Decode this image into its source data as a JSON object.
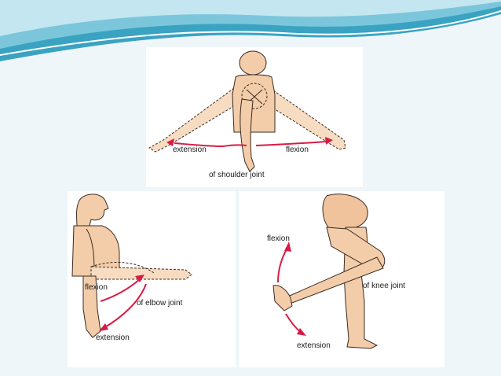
{
  "colors": {
    "skin": "#f3cda9",
    "skin_shadow": "#e2a985",
    "outline": "#3a2a22",
    "arrow": "#d81b46",
    "banner_dark": "#3aa3c2",
    "banner_light": "#9ad3e4"
  },
  "shoulder": {
    "extension_label": "extension",
    "flexion_label": "flexion",
    "caption": "of shoulder joint"
  },
  "elbow": {
    "flexion_label": "flexion",
    "caption": "of elbow joint",
    "extension_label": "extension"
  },
  "knee": {
    "flexion_label": "flexion",
    "caption": "of knee joint",
    "extension_label": "extension"
  }
}
